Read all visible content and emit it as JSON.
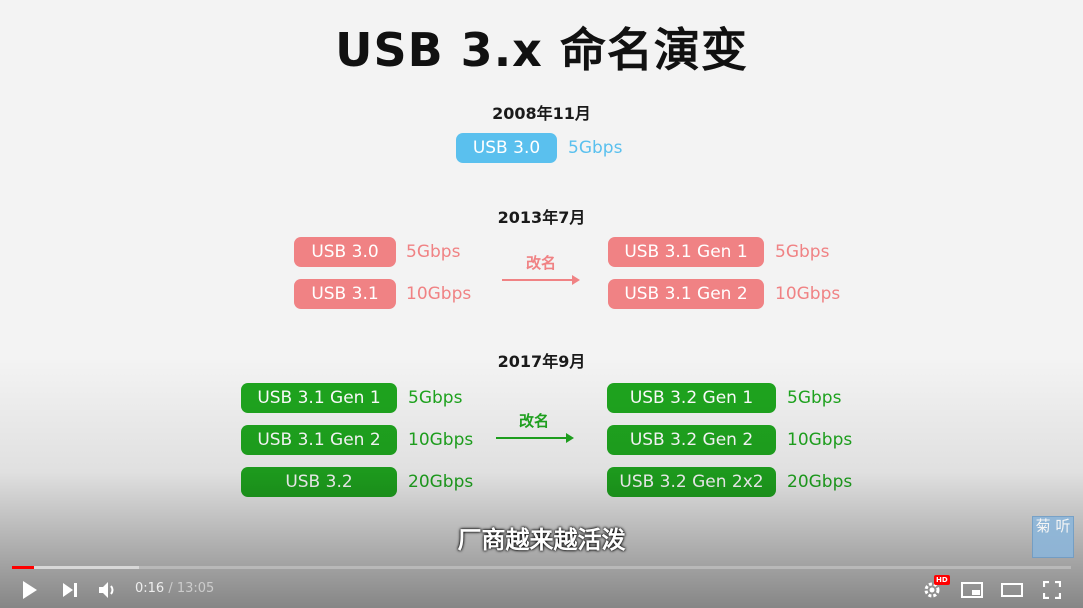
{
  "slide": {
    "title": "USB 3.x 命名演变",
    "section_2008": {
      "date": "2008年11月",
      "pill": "USB 3.0",
      "speed": "5Gbps"
    },
    "section_2013": {
      "date": "2013年7月",
      "arrow_label": "改名",
      "left": [
        {
          "name": "USB 3.0",
          "speed": "5Gbps"
        },
        {
          "name": "USB 3.1",
          "speed": "10Gbps"
        }
      ],
      "right": [
        {
          "name": "USB 3.1 Gen 1",
          "speed": "5Gbps"
        },
        {
          "name": "USB 3.1 Gen 2",
          "speed": "10Gbps"
        }
      ]
    },
    "section_2017": {
      "date": "2017年9月",
      "arrow_label": "改名",
      "left": [
        {
          "name": "USB 3.1 Gen 1",
          "speed": "5Gbps"
        },
        {
          "name": "USB 3.1 Gen 2",
          "speed": "10Gbps"
        },
        {
          "name": "USB 3.2",
          "speed": "20Gbps"
        }
      ],
      "right": [
        {
          "name": "USB 3.2 Gen 1",
          "speed": "5Gbps"
        },
        {
          "name": "USB 3.2 Gen 2",
          "speed": "10Gbps"
        },
        {
          "name": "USB 3.2 Gen 2x2",
          "speed": "20Gbps"
        }
      ]
    },
    "colors": {
      "blue": "#5ac0ee",
      "red": "#f08284",
      "green": "#1fa61f"
    }
  },
  "subtitle": "厂商越来越活泼",
  "watermark": "菊 听",
  "player": {
    "current_time": "0:16",
    "separator": " / ",
    "duration": "13:05",
    "progress_fraction": 0.0204,
    "buffered_fraction": 0.12,
    "hd_badge": "HD",
    "icons": [
      "play-icon",
      "next-icon",
      "volume-icon",
      "settings-icon",
      "miniplayer-icon",
      "theater-icon",
      "fullscreen-icon"
    ]
  }
}
